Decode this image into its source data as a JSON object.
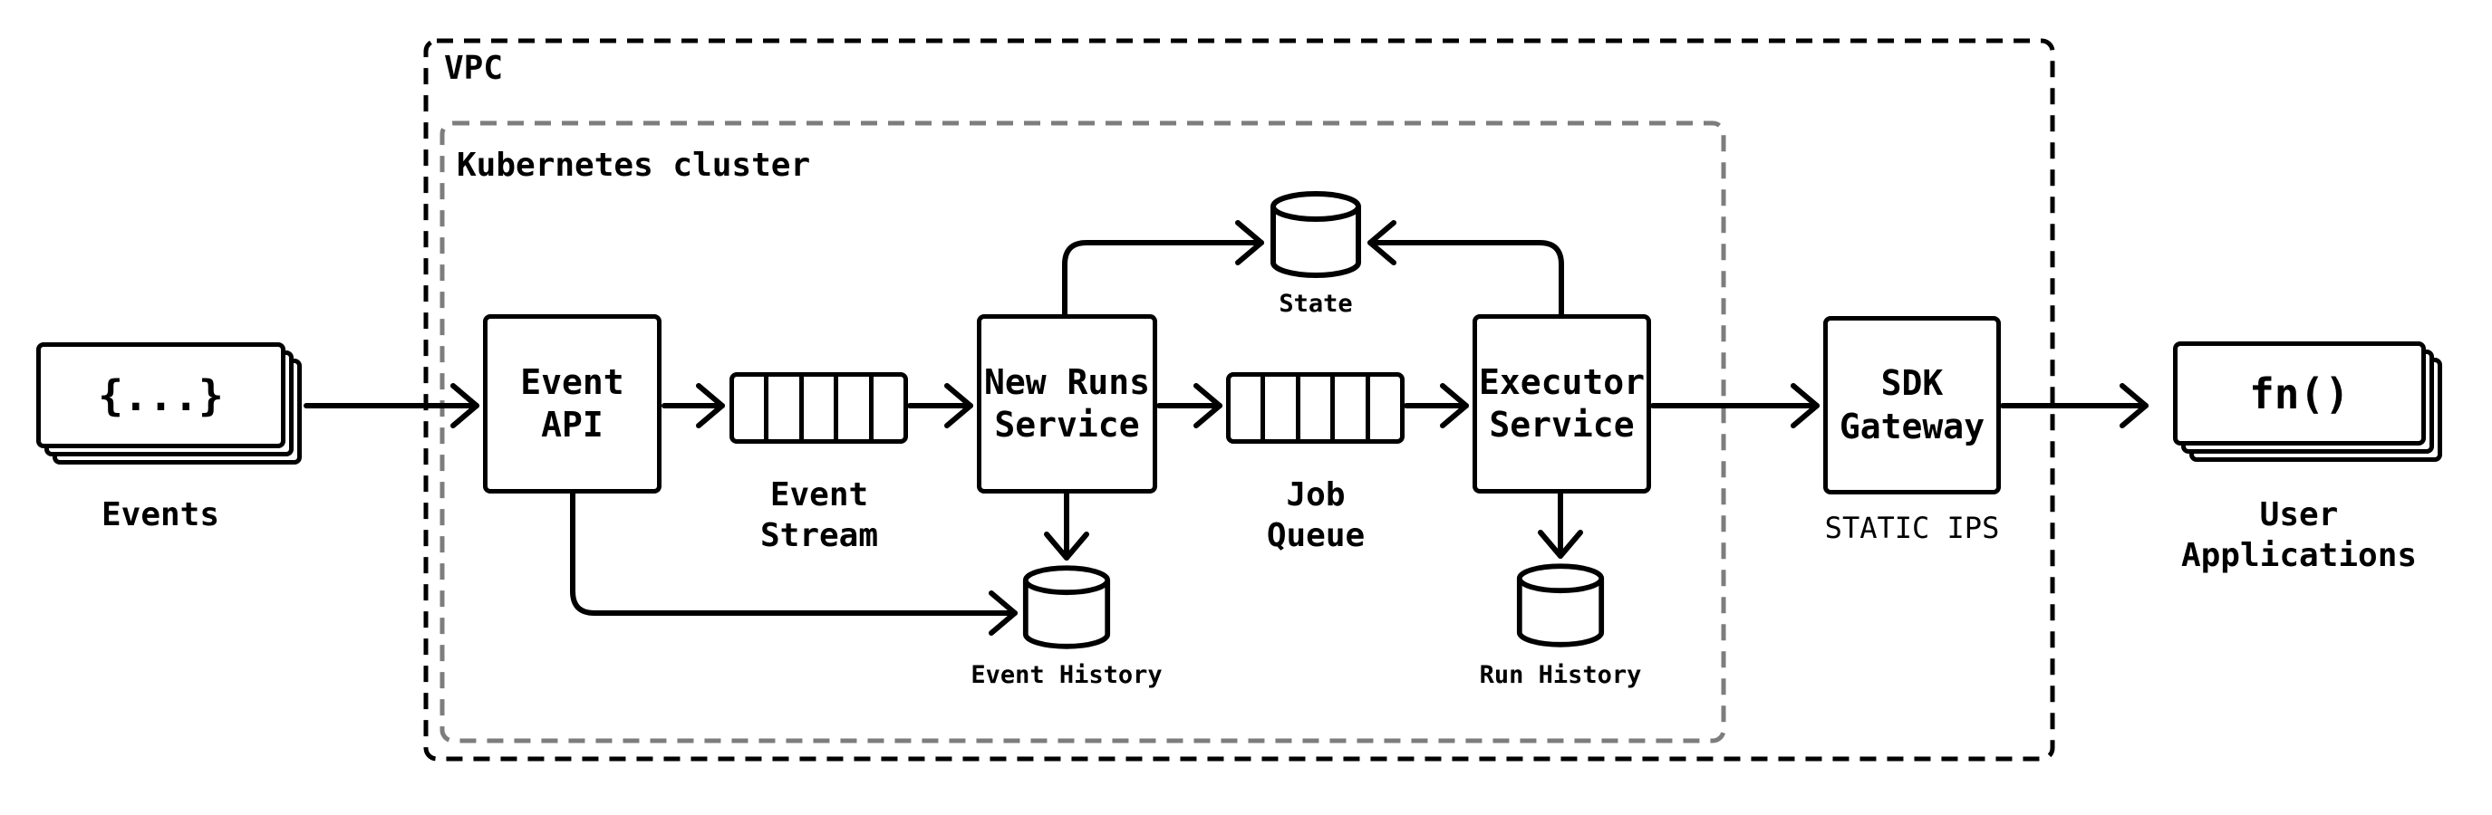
{
  "diagram": {
    "colors": {
      "line": "#000000",
      "cluster_border": "#7d7d7d",
      "background": "#ffffff"
    },
    "containers": {
      "vpc": {
        "label": "VPC"
      },
      "kubernetes": {
        "label": "Kubernetes cluster"
      }
    },
    "nodes": {
      "events": {
        "type": "stack",
        "icon_text": "{...}",
        "label": "Events"
      },
      "event_api": {
        "type": "service",
        "label": "Event\nAPI"
      },
      "event_stream": {
        "type": "queue",
        "label": "Event\nStream"
      },
      "new_runs_service": {
        "type": "service",
        "label": "New Runs\nService"
      },
      "state": {
        "type": "database",
        "label": "State"
      },
      "job_queue": {
        "type": "queue",
        "label": "Job\nQueue"
      },
      "executor_service": {
        "type": "service",
        "label": "Executor\nService"
      },
      "event_history": {
        "type": "database",
        "label": "Event History"
      },
      "run_history": {
        "type": "database",
        "label": "Run History"
      },
      "sdk_gateway": {
        "type": "service",
        "label": "SDK\nGateway",
        "sublabel": "STATIC IPS"
      },
      "user_applications": {
        "type": "stack",
        "icon_text": "fn()",
        "label": "User\nApplications"
      }
    },
    "edges": [
      {
        "from": "events",
        "to": "event_api"
      },
      {
        "from": "event_api",
        "to": "event_stream"
      },
      {
        "from": "event_stream",
        "to": "new_runs_service"
      },
      {
        "from": "new_runs_service",
        "to": "job_queue"
      },
      {
        "from": "job_queue",
        "to": "executor_service"
      },
      {
        "from": "executor_service",
        "to": "sdk_gateway"
      },
      {
        "from": "sdk_gateway",
        "to": "user_applications"
      },
      {
        "from": "new_runs_service",
        "to": "state"
      },
      {
        "from": "executor_service",
        "to": "state"
      },
      {
        "from": "new_runs_service",
        "to": "event_history"
      },
      {
        "from": "executor_service",
        "to": "run_history"
      },
      {
        "from": "event_api",
        "to": "event_history"
      }
    ]
  }
}
